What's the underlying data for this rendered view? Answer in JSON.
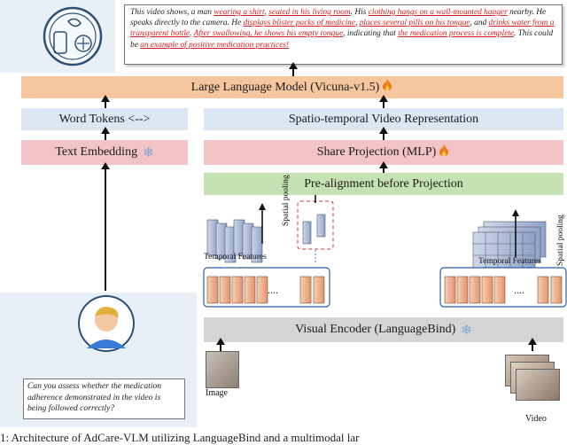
{
  "output_text": {
    "segments": [
      {
        "t": "This video shows, a man ",
        "h": false
      },
      {
        "t": "wearing a shirt",
        "h": true
      },
      {
        "t": ", ",
        "h": false
      },
      {
        "t": "seated in his living room",
        "h": true
      },
      {
        "t": ". His ",
        "h": false
      },
      {
        "t": "clothing hangs on a wall-mounted hanger",
        "h": true
      },
      {
        "t": " nearby. He speaks directly to the camera. He ",
        "h": false
      },
      {
        "t": "displays blister packs of medicine",
        "h": true
      },
      {
        "t": ", ",
        "h": false
      },
      {
        "t": "places several pills on his tongue",
        "h": true
      },
      {
        "t": ", and ",
        "h": false
      },
      {
        "t": "drinks water from a transparent bottle",
        "h": true
      },
      {
        "t": ". ",
        "h": false
      },
      {
        "t": "After swallowing, he shows his empty tongue",
        "h": true
      },
      {
        "t": ", indicating that ",
        "h": false
      },
      {
        "t": "the medication process is complete",
        "h": true
      },
      {
        "t": ". This could be ",
        "h": false
      },
      {
        "t": "an example of positive medication practices!",
        "h": true
      }
    ]
  },
  "llm_label": "Large Language Model (Vicuna-v1.5)",
  "word_tokens_label": "Word Tokens <-->",
  "text_embedding_label": "Text Embedding",
  "spatio_temporal_label": "Spatio-temporal Video Representation",
  "share_projection_label": "Share Projection (MLP)",
  "pre_alignment_label": "Pre-alignment before Projection",
  "visual_encoder_label": "Visual Encoder (LanguageBind)",
  "temporal_features_left": "Temporal Features",
  "temporal_features_right": "Temporal Features",
  "spatial_pooling_left": "Spatial pooling",
  "spatial_pooling_right": "Spatial pooling",
  "ellipsis": "....",
  "image_label": "Image",
  "video_label": "Video",
  "question_text": "Can you assess whether the medication adherence demonstrated in the video is being followed correctly?",
  "caption": "1: Architecture of AdCare-VLM utilizing LanguageBind and a multimodal lar",
  "colors": {
    "llm": "#f6c79e",
    "tokens": "#dbe8f4",
    "embedding": "#f3c4c6",
    "pre_alignment": "#c6e2b4",
    "encoder": "#d5d5d5",
    "highlight": "#d61f1f"
  },
  "icons": [
    "medical-logo-icon",
    "fire-icon",
    "snowflake-icon",
    "person-avatar-icon"
  ]
}
